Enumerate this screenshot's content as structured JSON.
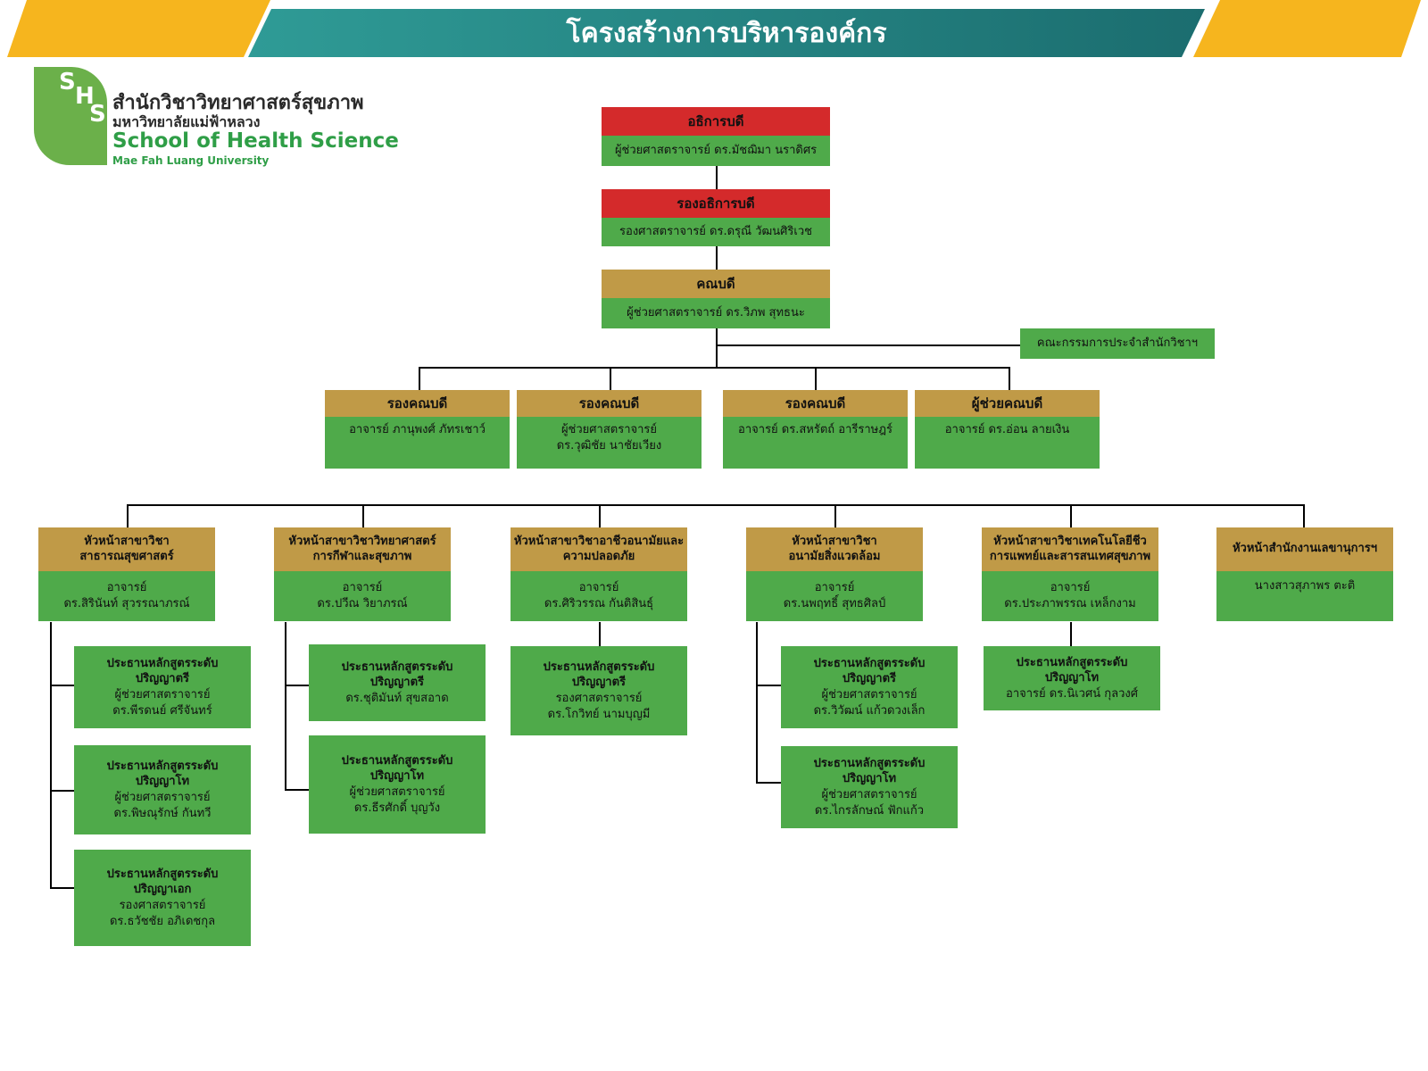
{
  "header": {
    "title": "โครงสร้างการบริหารองค์กร"
  },
  "logo": {
    "thai_school": "สำนักวิชาวิทยาศาสตร์สุขภาพ",
    "thai_university": "มหาวิทยาลัยแม่ฟ้าหลวง",
    "en_school": "School of Health Science",
    "en_university": "Mae Fah Luang University",
    "mark_letters": [
      "S",
      "H",
      "S"
    ]
  },
  "top": [
    {
      "title": "อธิการบดี",
      "name": "ผู้ช่วยศาสตราจารย์ ดร.มัชฌิมา นราดิศร"
    },
    {
      "title": "รองอธิการบดี",
      "name": "รองศาสตราจารย์ ดร.ดรุณี  วัฒนศิริเวช"
    },
    {
      "title": "คณบดี",
      "name": "ผู้ช่วยศาสตราจารย์ ดร.วิภพ  สุทธนะ"
    }
  ],
  "committee": "คณะกรรมการประจำสำนักวิชาฯ",
  "vice_deans": [
    {
      "title": "รองคณบดี",
      "name": "อาจารย์ ภานุพงศ์ ภัทรเชาว์"
    },
    {
      "title": "รองคณบดี",
      "name": "ผู้ช่วยศาสตราจารย์\nดร.วุฒิชัย นาชัยเวียง"
    },
    {
      "title": "รองคณบดี",
      "name": "อาจารย์ ดร.สหรัตถ์ อารีราษฎร์"
    },
    {
      "title": "ผู้ช่วยคณบดี",
      "name": "อาจารย์ ดร.อ่อน ลายเงิน"
    }
  ],
  "departments": [
    {
      "title": "หัวหน้าสาขาวิชา\nสาธารณสุขศาสตร์",
      "name": "อาจารย์\nดร.สิรินันท์ สุวรรณาภรณ์"
    },
    {
      "title": "หัวหน้าสาขาวิชาวิทยาศาสตร์\nการกีฬาและสุขภาพ",
      "name": "อาจารย์\nดร.ปวีณ วิยาภรณ์"
    },
    {
      "title": "หัวหน้าสาขาวิชาอาชีวอนามัยและ\nความปลอดภัย",
      "name": "อาจารย์\nดร.ศิริวรรณ กันติสินธุ์"
    },
    {
      "title": "หัวหน้าสาขาวิชา\nอนามัยสิ่งแวดล้อม",
      "name": "อาจารย์\nดร.นพฤทธิ์ สุทธศิลป์"
    },
    {
      "title": "หัวหน้าสาขาวิชาเทคโนโลยีชีว\nการแพทย์และสารสนเทศสุขภาพ",
      "name": "อาจารย์\nดร.ประภาพรรณ เหล็กงาม"
    },
    {
      "title": "หัวหน้าสำนักงานเลขานุการฯ",
      "name": "นางสาวสุภาพร ตะติ"
    }
  ],
  "programs": [
    {
      "title": "ประธานหลักสูตรระดับ\nปริญญาตรี",
      "name": "ผู้ช่วยศาสตราจารย์\nดร.พีรดนย์ ศรีจันทร์"
    },
    {
      "title": "ประธานหลักสูตรระดับ\nปริญญาโท",
      "name": "ผู้ช่วยศาสตราจารย์\nดร.พิษณุรักษ์ กันทวี"
    },
    {
      "title": "ประธานหลักสูตรระดับ\nปริญญาเอก",
      "name": "รองศาสตราจารย์\nดร.ธวัชชัย อภิเดชกุล"
    },
    {
      "title": "ประธานหลักสูตรระดับ\nปริญญาตรี",
      "name": "ดร.ชุติมันท์ สุขสอาด"
    },
    {
      "title": "ประธานหลักสูตรระดับ\nปริญญาโท",
      "name": "ผู้ช่วยศาสตราจารย์\nดร.ธีรศักดิ์ บุญวัง"
    },
    {
      "title": "ประธานหลักสูตรระดับ\nปริญญาตรี",
      "name": "รองศาสตราจารย์\nดร.โกวิทย์ นามบุญมี"
    },
    {
      "title": "ประธานหลักสูตรระดับ\nปริญญาตรี",
      "name": "ผู้ช่วยศาสตราจารย์\nดร.วิวัฒน์ แก้วดวงเล็ก"
    },
    {
      "title": "ประธานหลักสูตรระดับ\nปริญญาโท",
      "name": "ผู้ช่วยศาสตราจารย์\nดร.ไกรลักษณ์ ฟักแก้ว"
    },
    {
      "title": "ประธานหลักสูตรระดับ\nปริญญาโท",
      "name": "อาจารย์ ดร.นิเวศน์ กุลวงศ์"
    }
  ],
  "colors": {
    "gold": "#c09a47",
    "red": "#d42a2b",
    "green": "#4faa4a",
    "teal": "#1e7d7c",
    "yellow": "#f6b51e"
  }
}
